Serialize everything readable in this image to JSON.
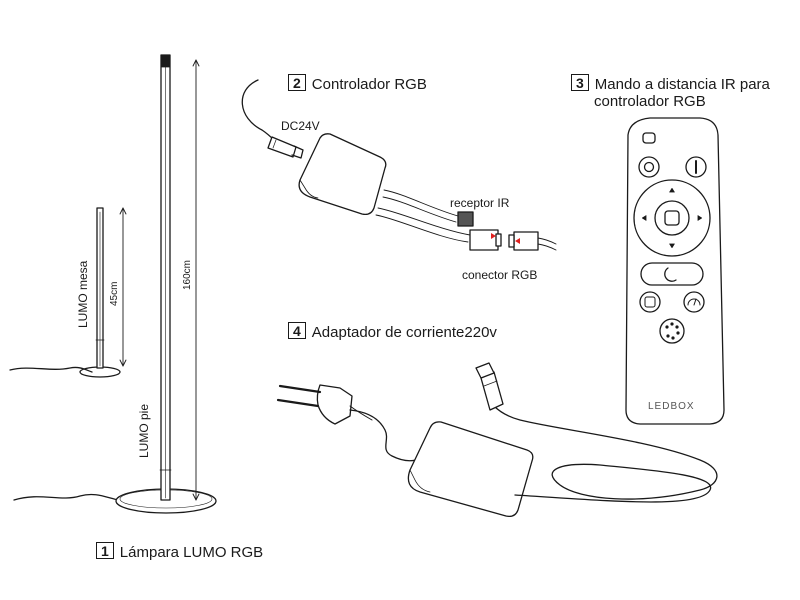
{
  "labels": {
    "lamp": {
      "num": "1",
      "text": "Lámpara LUMO RGB"
    },
    "controller": {
      "num": "2",
      "text": "Controlador RGB"
    },
    "remote": {
      "num": "3",
      "line1": "Mando a distancia IR para",
      "line2": "controlador RGB"
    },
    "adapter": {
      "num": "4",
      "text": "Adaptador de corriente220v"
    }
  },
  "annotations": {
    "dc24v": "DC24V",
    "ir_receiver": "receptor IR",
    "rgb_connector": "conector RGB",
    "lumo_mesa": "LUMO mesa",
    "lumo_pie": "LUMO pie",
    "height_mesa": "45cm",
    "height_pie": "160cm"
  },
  "remote_brand": "LEDBOX",
  "icons": [
    "power-off-icon",
    "power-on-icon",
    "arrow-up-icon",
    "arrow-down-icon",
    "arrow-left-icon",
    "arrow-right-icon",
    "ok-icon",
    "night-mode-icon",
    "timer-icon",
    "speed-icon",
    "color-mode-icon"
  ],
  "colors": {
    "line": "#1a1a1a",
    "accent": "#e0201e"
  }
}
